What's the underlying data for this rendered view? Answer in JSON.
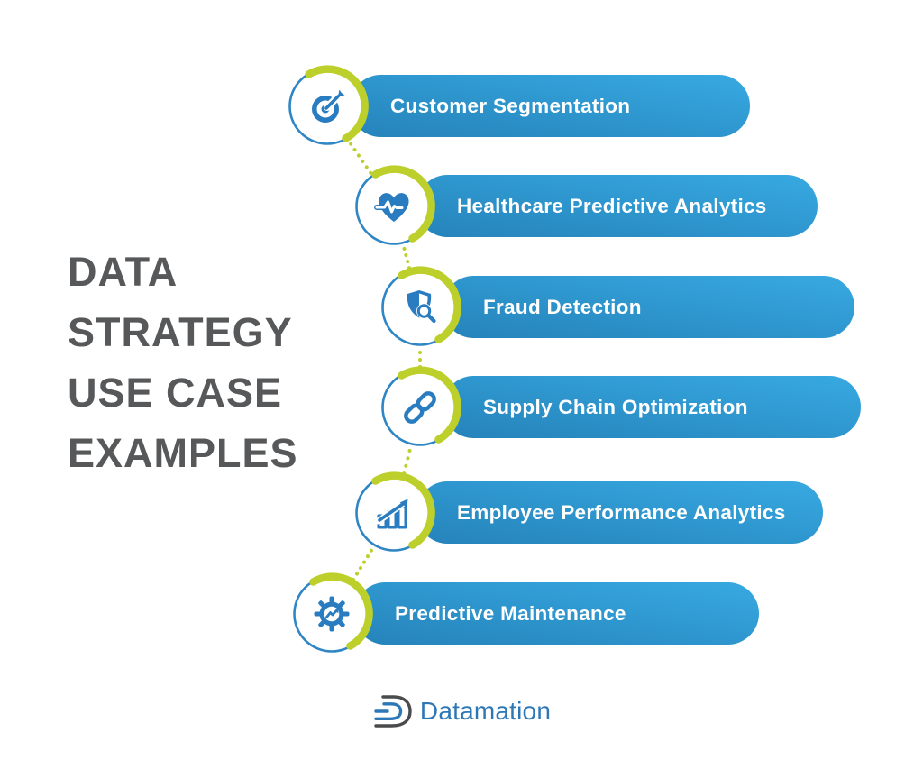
{
  "title": {
    "text": "DATA\nSTRATEGY\nUSE CASE\nEXAMPLES"
  },
  "rows": [
    {
      "label": "Customer Segmentation",
      "icon": "target-dart-icon"
    },
    {
      "label": "Healthcare Predictive Analytics",
      "icon": "heart-pulse-icon"
    },
    {
      "label": "Fraud Detection",
      "icon": "shield-magnifier-icon"
    },
    {
      "label": "Supply Chain Optimization",
      "icon": "chain-link-icon"
    },
    {
      "label": "Employee Performance Analytics",
      "icon": "bar-chart-arrow-icon"
    },
    {
      "label": "Predictive Maintenance",
      "icon": "gear-trend-icon"
    }
  ],
  "footer": {
    "brand": "Datamation"
  },
  "colors": {
    "bar_start": "#2583ba",
    "bar_end": "#38a9e2",
    "icon_blue": "#2a7cc0",
    "ring_blue": "#2f86c5",
    "lime": "#bccf2a",
    "title_gray": "#57585a",
    "logo_blue": "#2e77b6",
    "logo_gray": "#4a4b4d"
  }
}
